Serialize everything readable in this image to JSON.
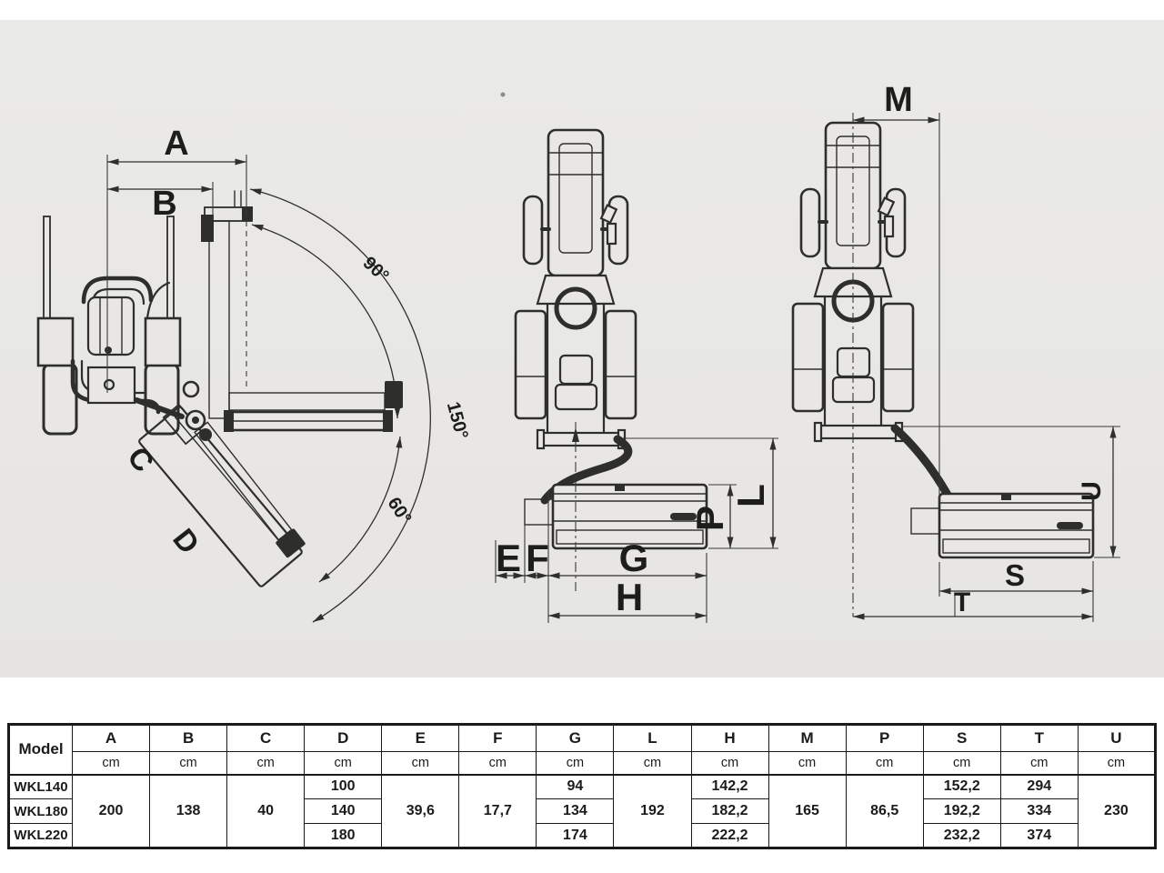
{
  "colors": {
    "page_background": "#ffffff",
    "drawing_background": "#e8e7e5",
    "ink": "#2e2e2c"
  },
  "diagram": {
    "dim_labels": {
      "a": "A",
      "b": "B",
      "c": "C",
      "d": "D",
      "e": "E",
      "f": "F",
      "g": "G",
      "h": "H",
      "l": "L",
      "m": "M",
      "p": "P",
      "s": "S",
      "t": "T",
      "u": "U"
    },
    "angle_labels": {
      "deg90": "90°",
      "deg150": "150°",
      "deg60": "60°"
    }
  },
  "table": {
    "model_header": "Model",
    "unit_label": "cm",
    "columns": [
      "A",
      "B",
      "C",
      "D",
      "E",
      "F",
      "G",
      "L",
      "H",
      "M",
      "P",
      "S",
      "T",
      "U"
    ],
    "shared_values": {
      "A": "200",
      "B": "138",
      "C": "40",
      "E": "39,6",
      "F": "17,7",
      "L": "192",
      "M": "165",
      "P": "86,5",
      "U": "230"
    },
    "rows": [
      {
        "model": "WKL140",
        "values": {
          "D": "100",
          "G": "94",
          "H": "142,2",
          "S": "152,2",
          "T": "294"
        }
      },
      {
        "model": "WKL180",
        "values": {
          "D": "140",
          "G": "134",
          "H": "182,2",
          "S": "192,2",
          "T": "334"
        }
      },
      {
        "model": "WKL220",
        "values": {
          "D": "180",
          "G": "174",
          "H": "222,2",
          "S": "232,2",
          "T": "374"
        }
      }
    ]
  }
}
